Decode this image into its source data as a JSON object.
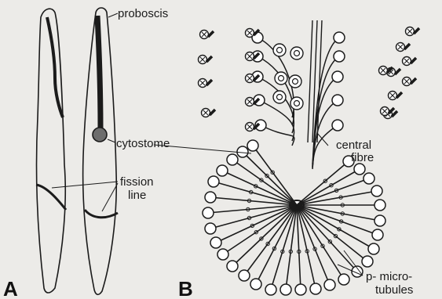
{
  "panels": {
    "a": "A",
    "b": "B"
  },
  "labels": {
    "proboscis": "proboscis",
    "cytostome": "cytostome",
    "fission_1": "fission",
    "fission_2": "line",
    "central_1": "central",
    "central_2": "fibre",
    "p_1": "p- micro-",
    "p_2": "tubules"
  },
  "colors": {
    "ink": "#1b1b1b",
    "paper": "#ecebe8"
  }
}
